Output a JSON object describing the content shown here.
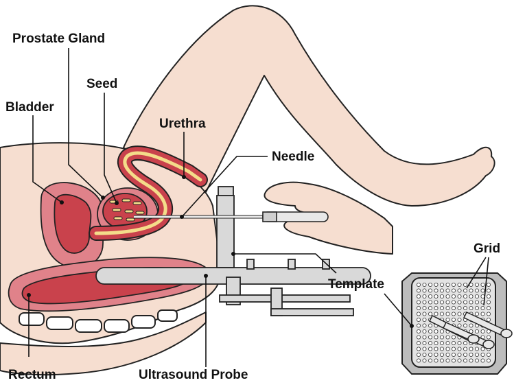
{
  "labels": {
    "prostate_gland": "Prostate Gland",
    "seed": "Seed",
    "bladder": "Bladder",
    "urethra": "Urethra",
    "needle": "Needle",
    "grid": "Grid",
    "template": "Template",
    "rectum": "Rectum",
    "ultrasound_probe": "Ultrasound Probe"
  },
  "colors": {
    "skin": "#f6ded0",
    "skin_dark": "#f2d1c2",
    "organ_outer": "#e0828a",
    "organ_inner": "#c9424c",
    "urethra_yellow": "#f4dc8a",
    "metal": "#d9d9d9",
    "metal_dark": "#bdbdbd",
    "outline": "#222222"
  }
}
